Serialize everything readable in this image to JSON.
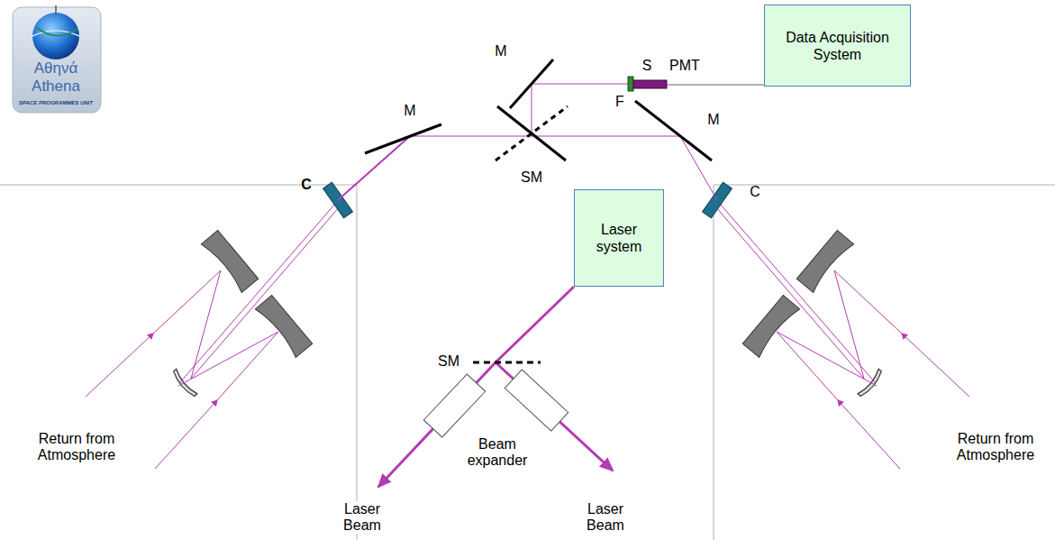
{
  "diagram": {
    "nodes": [
      {
        "text": [
          "Data Acquisition System"
        ]
      },
      {
        "text": [
          "Laser system"
        ]
      }
    ],
    "labels": [
      "Αθηνά",
      "Athena",
      "SPACE PROGRAMMES UNIT",
      "M",
      "S",
      "PMT",
      "F",
      "M",
      "SM",
      "M",
      "C",
      "C",
      "SM",
      "Beam expander",
      "Return from Atmosphere",
      "Laser Beam",
      "Laser Beam",
      "Return from Atmosphere"
    ]
  }
}
